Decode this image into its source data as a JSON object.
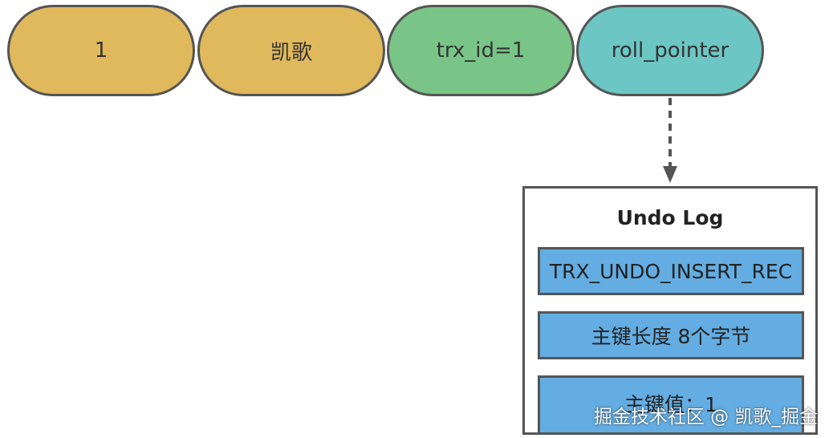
{
  "fields": [
    {
      "label": "1",
      "color": "#e0b95c"
    },
    {
      "label": "凯歌",
      "color": "#e0b95c"
    },
    {
      "label": "trx_id=1",
      "color": "#79c587"
    },
    {
      "label": "roll_pointer",
      "color": "#6cc6c4"
    }
  ],
  "undo_log": {
    "title": "Undo Log",
    "record_color": "#64ade2",
    "records": [
      "TRX_UNDO_INSERT_REC",
      "主键长度 8个字节",
      "主键值：1"
    ]
  },
  "watermark": "掘金技术社区 @ 凯歌_掘金"
}
